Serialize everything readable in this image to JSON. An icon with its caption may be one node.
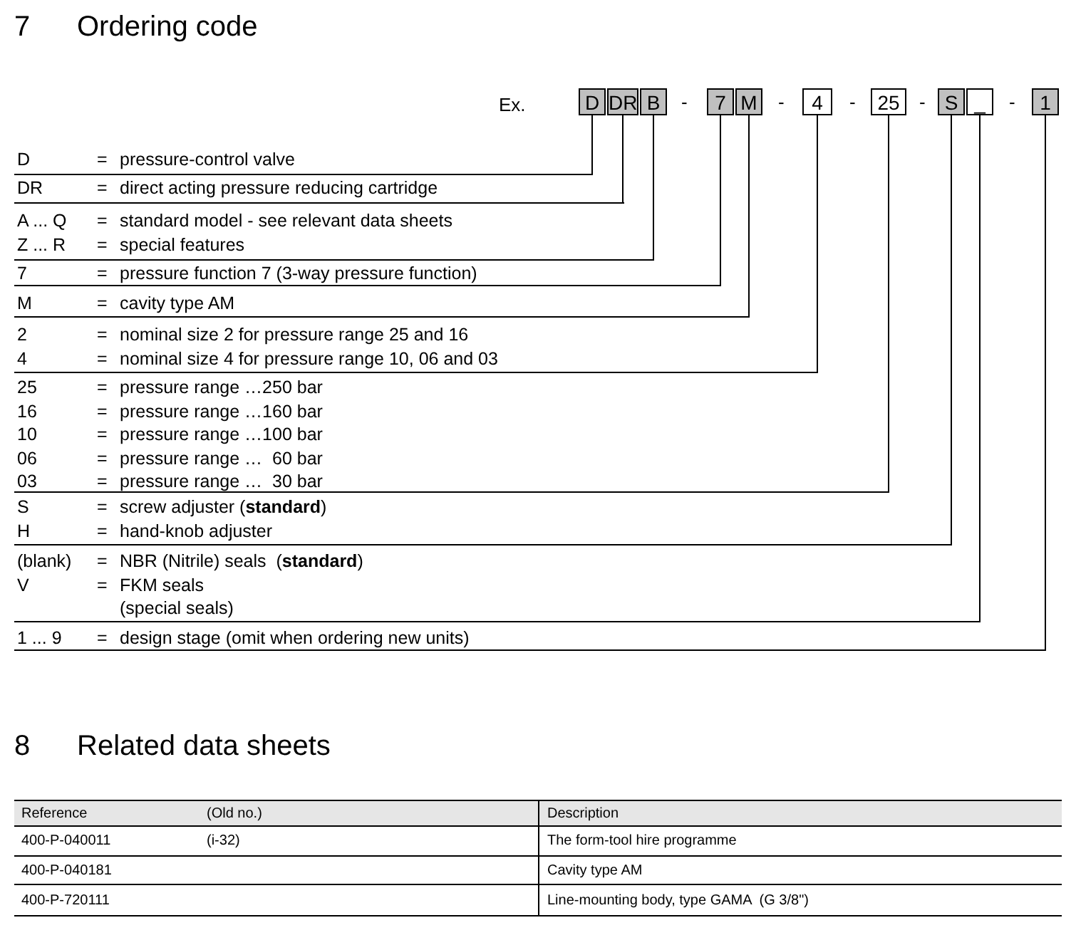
{
  "diagram": {
    "nodes": [
      {
        "text": [
          "D"
        ]
      },
      {
        "text": [
          "DR"
        ]
      },
      {
        "text": [
          "B"
        ]
      },
      {
        "text": [
          "7"
        ]
      },
      {
        "text": [
          "M"
        ]
      },
      {
        "text": [
          "4"
        ]
      },
      {
        "text": [
          "25"
        ]
      },
      {
        "text": [
          "S"
        ]
      },
      {
        "text": [
          "_"
        ]
      },
      {
        "text": [
          "1"
        ]
      },
      {
        "text": [
          "D",
          "=",
          "pressure-control valve"
        ]
      },
      {
        "text": [
          "DR",
          "=",
          "direct acting pressure reducing cartridge"
        ]
      },
      {
        "text": [
          "A ... Q",
          "=",
          "standard model - see relevant data sheets",
          "Z ... R",
          "=",
          "special features"
        ]
      },
      {
        "text": [
          "7",
          "=",
          "pressure function 7 (3-way pressure function)"
        ]
      },
      {
        "text": [
          "M",
          "=",
          "cavity type AM"
        ]
      },
      {
        "text": [
          "2",
          "=",
          "nominal size 2 for pressure range 25 and 16",
          "4",
          "=",
          "nominal size 4 for pressure range 10, 06 and 03"
        ]
      },
      {
        "text": [
          "25",
          "=",
          "pressure range …250 bar",
          "16",
          "=",
          "pressure range …160 bar",
          "10",
          "=",
          "pressure range …100 bar",
          "06",
          "=",
          "pressure range …  60 bar",
          "03",
          "=",
          "pressure range …  30 bar"
        ]
      },
      {
        "text": [
          "S",
          "=",
          "screw adjuster (**standard**)",
          "H",
          "=",
          "hand-knob adjuster"
        ]
      },
      {
        "text": [
          "(blank)",
          "=",
          "NBR (Nitrile) seals  (**standard**)",
          "V",
          "=",
          "FKM seals",
          "(special seals)"
        ]
      },
      {
        "text": [
          "1 ... 9",
          "=",
          "design stage (omit when ordering new units)"
        ]
      }
    ],
    "edges": [
      {
        "from": 0,
        "to": 10,
        "arrow": "none"
      },
      {
        "from": 1,
        "to": 11,
        "arrow": "none"
      },
      {
        "from": 2,
        "to": 12,
        "arrow": "none"
      },
      {
        "from": 3,
        "to": 13,
        "arrow": "none"
      },
      {
        "from": 4,
        "to": 14,
        "arrow": "none"
      },
      {
        "from": 5,
        "to": 15,
        "arrow": "none"
      },
      {
        "from": 6,
        "to": 16,
        "arrow": "none"
      },
      {
        "from": 7,
        "to": 17,
        "arrow": "none"
      },
      {
        "from": 8,
        "to": 18,
        "arrow": "none"
      },
      {
        "from": 9,
        "to": 19,
        "arrow": "none"
      }
    ],
    "labels": [
      "7",
      "Ordering code",
      "Ex.",
      "-",
      "-",
      "-",
      "-",
      "-",
      "8",
      "Related data sheets",
      "Reference",
      "(Old no.)",
      "Description",
      "400-P-040011",
      "(i-32)",
      "The form-tool hire programme",
      "400-P-040181",
      "Cavity type AM",
      "400-P-720111",
      "Line-mounting body, type GAMA  (G 3/8\")"
    ]
  }
}
